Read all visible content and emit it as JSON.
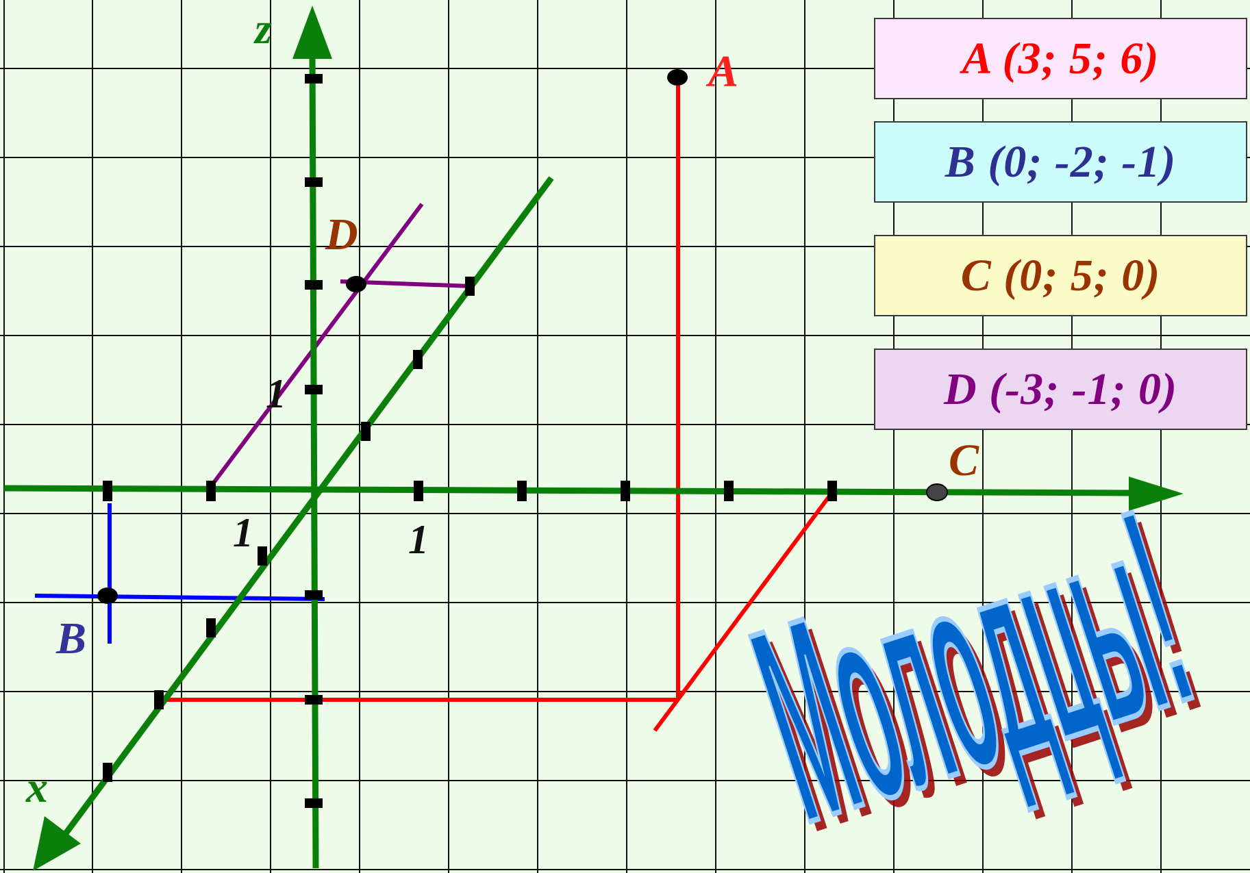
{
  "axes": {
    "z_label": "z",
    "x_label": "x"
  },
  "points": [
    {
      "name": "A",
      "label": "A",
      "color": "#ff2020"
    },
    {
      "name": "B",
      "label": "B",
      "color": "#333399"
    },
    {
      "name": "C",
      "label": "C",
      "color": "#993300"
    },
    {
      "name": "D",
      "label": "D",
      "color": "#993300"
    }
  ],
  "unit_labels": [
    "1",
    "1",
    "1"
  ],
  "coordinate_boxes": [
    {
      "text": "A (3; 5; 6)",
      "text_color": "#ff0000",
      "bg": "#fce6fb"
    },
    {
      "text": "B (0; -2; -1)",
      "text_color": "#2e3192",
      "bg": "#ccfdfd"
    },
    {
      "text": "C (0; 5; 0)",
      "text_color": "#993300",
      "bg": "#fbfbc8"
    },
    {
      "text": "D (-3; -1; 0)",
      "text_color": "#800080",
      "bg": "#ecd6f2"
    }
  ],
  "banner": {
    "text": "Молодцы!",
    "fill": "#0066cc",
    "outline": "#99ccff",
    "shadow": "#990000"
  },
  "colors": {
    "axis": "#0a800a",
    "grid": "#111111",
    "projection_A": "#ff0000",
    "projection_B": "#0000ff",
    "projection_D": "#800080"
  }
}
